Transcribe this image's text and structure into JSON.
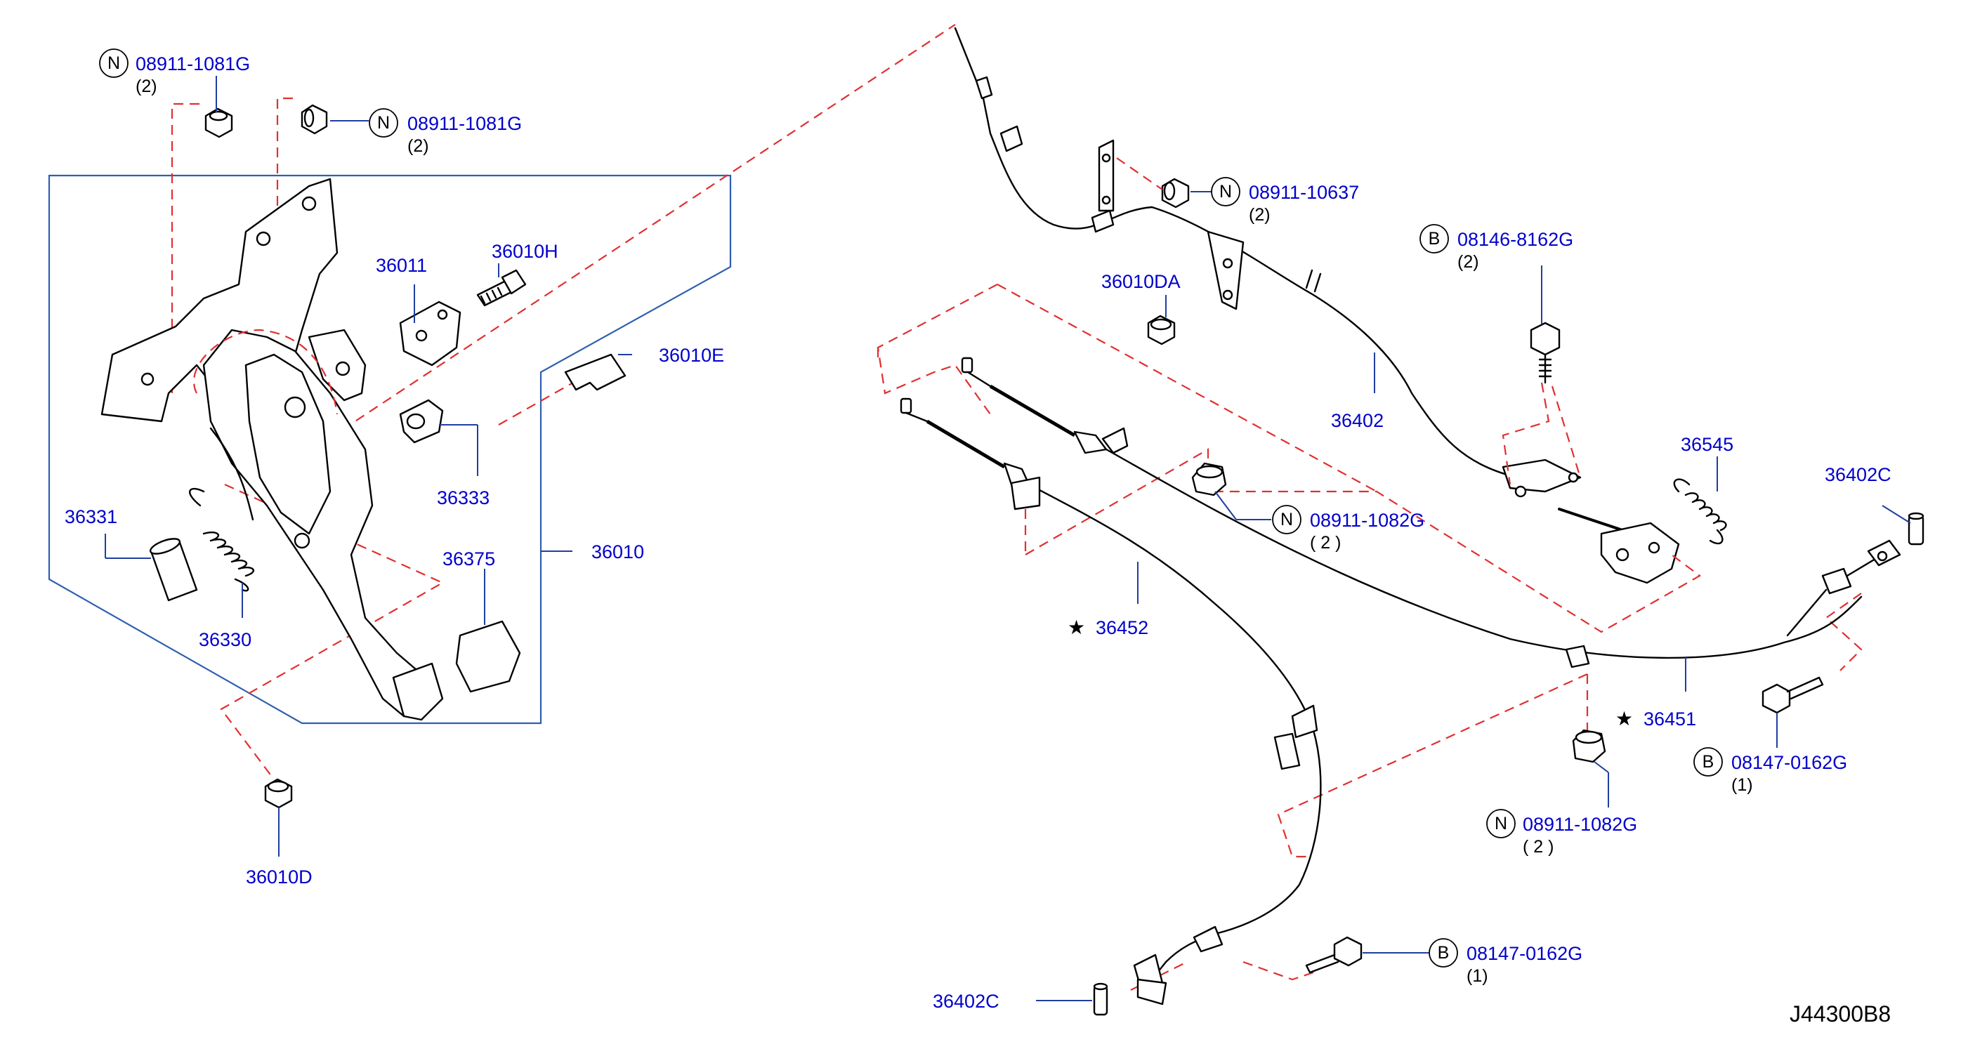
{
  "diagram_code": "J44300B8",
  "callouts": {
    "nut_top_left": {
      "badge": "N",
      "part": "08911-1081G",
      "qty": "(2)"
    },
    "nut_top_mid": {
      "badge": "N",
      "part": "08911-1081G",
      "qty": "(2)"
    },
    "nut_top_cable": {
      "badge": "N",
      "part": "08911-10637",
      "qty": "(2)"
    },
    "bolt_top_right": {
      "badge": "B",
      "part": "08146-8162G",
      "qty": "(2)"
    },
    "nut_center": {
      "badge": "N",
      "part": "08911-1082G",
      "qty": "( 2 )"
    },
    "nut_lower_right": {
      "badge": "N",
      "part": "08911-1082G",
      "qty": "( 2 )"
    },
    "bolt_right": {
      "badge": "B",
      "part": "08147-0162G",
      "qty": "(1)"
    },
    "bolt_bottom": {
      "badge": "B",
      "part": "08147-0162G",
      "qty": "(1)"
    }
  },
  "labels": {
    "p36011": "36011",
    "p36010H": "36010H",
    "p36010E": "36010E",
    "p36333": "36333",
    "p36331": "36331",
    "p36330": "36330",
    "p36375": "36375",
    "p36010": "36010",
    "p36010D": "36010D",
    "p36010DA": "36010DA",
    "p36402": "36402",
    "p36545": "36545",
    "p36402C_top": "36402C",
    "p36452": "36452",
    "p36451": "36451",
    "p36402C_bottom": "36402C"
  },
  "markers": {
    "star": "★"
  }
}
